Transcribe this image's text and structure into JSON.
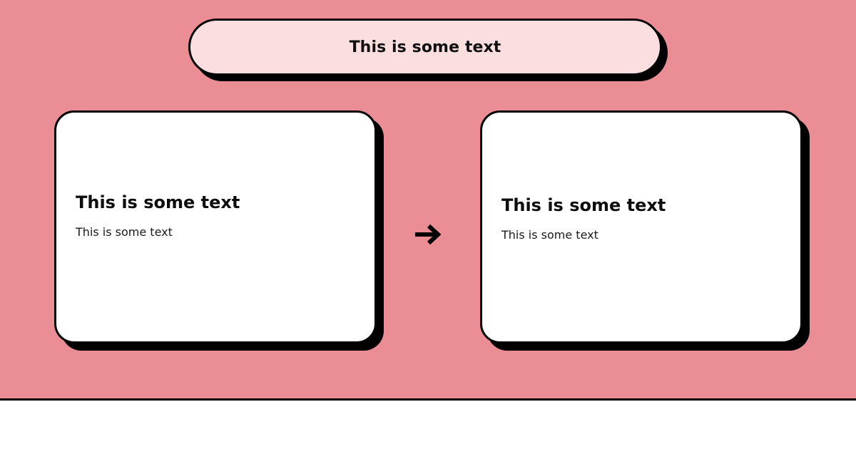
{
  "theme": {
    "background": "#ea8d95",
    "banner_fill": "#fadee0",
    "card_fill": "#ffffff",
    "outline": "#000000",
    "shadow": "#000000",
    "text": "#0d0d0d"
  },
  "banner": {
    "text": "This is some text"
  },
  "flow": {
    "connector_icon": "arrow-right-icon",
    "steps": [
      {
        "title": "This is some text",
        "description": "This is some text"
      },
      {
        "title": "This is some text",
        "description": "This is some text"
      }
    ]
  }
}
